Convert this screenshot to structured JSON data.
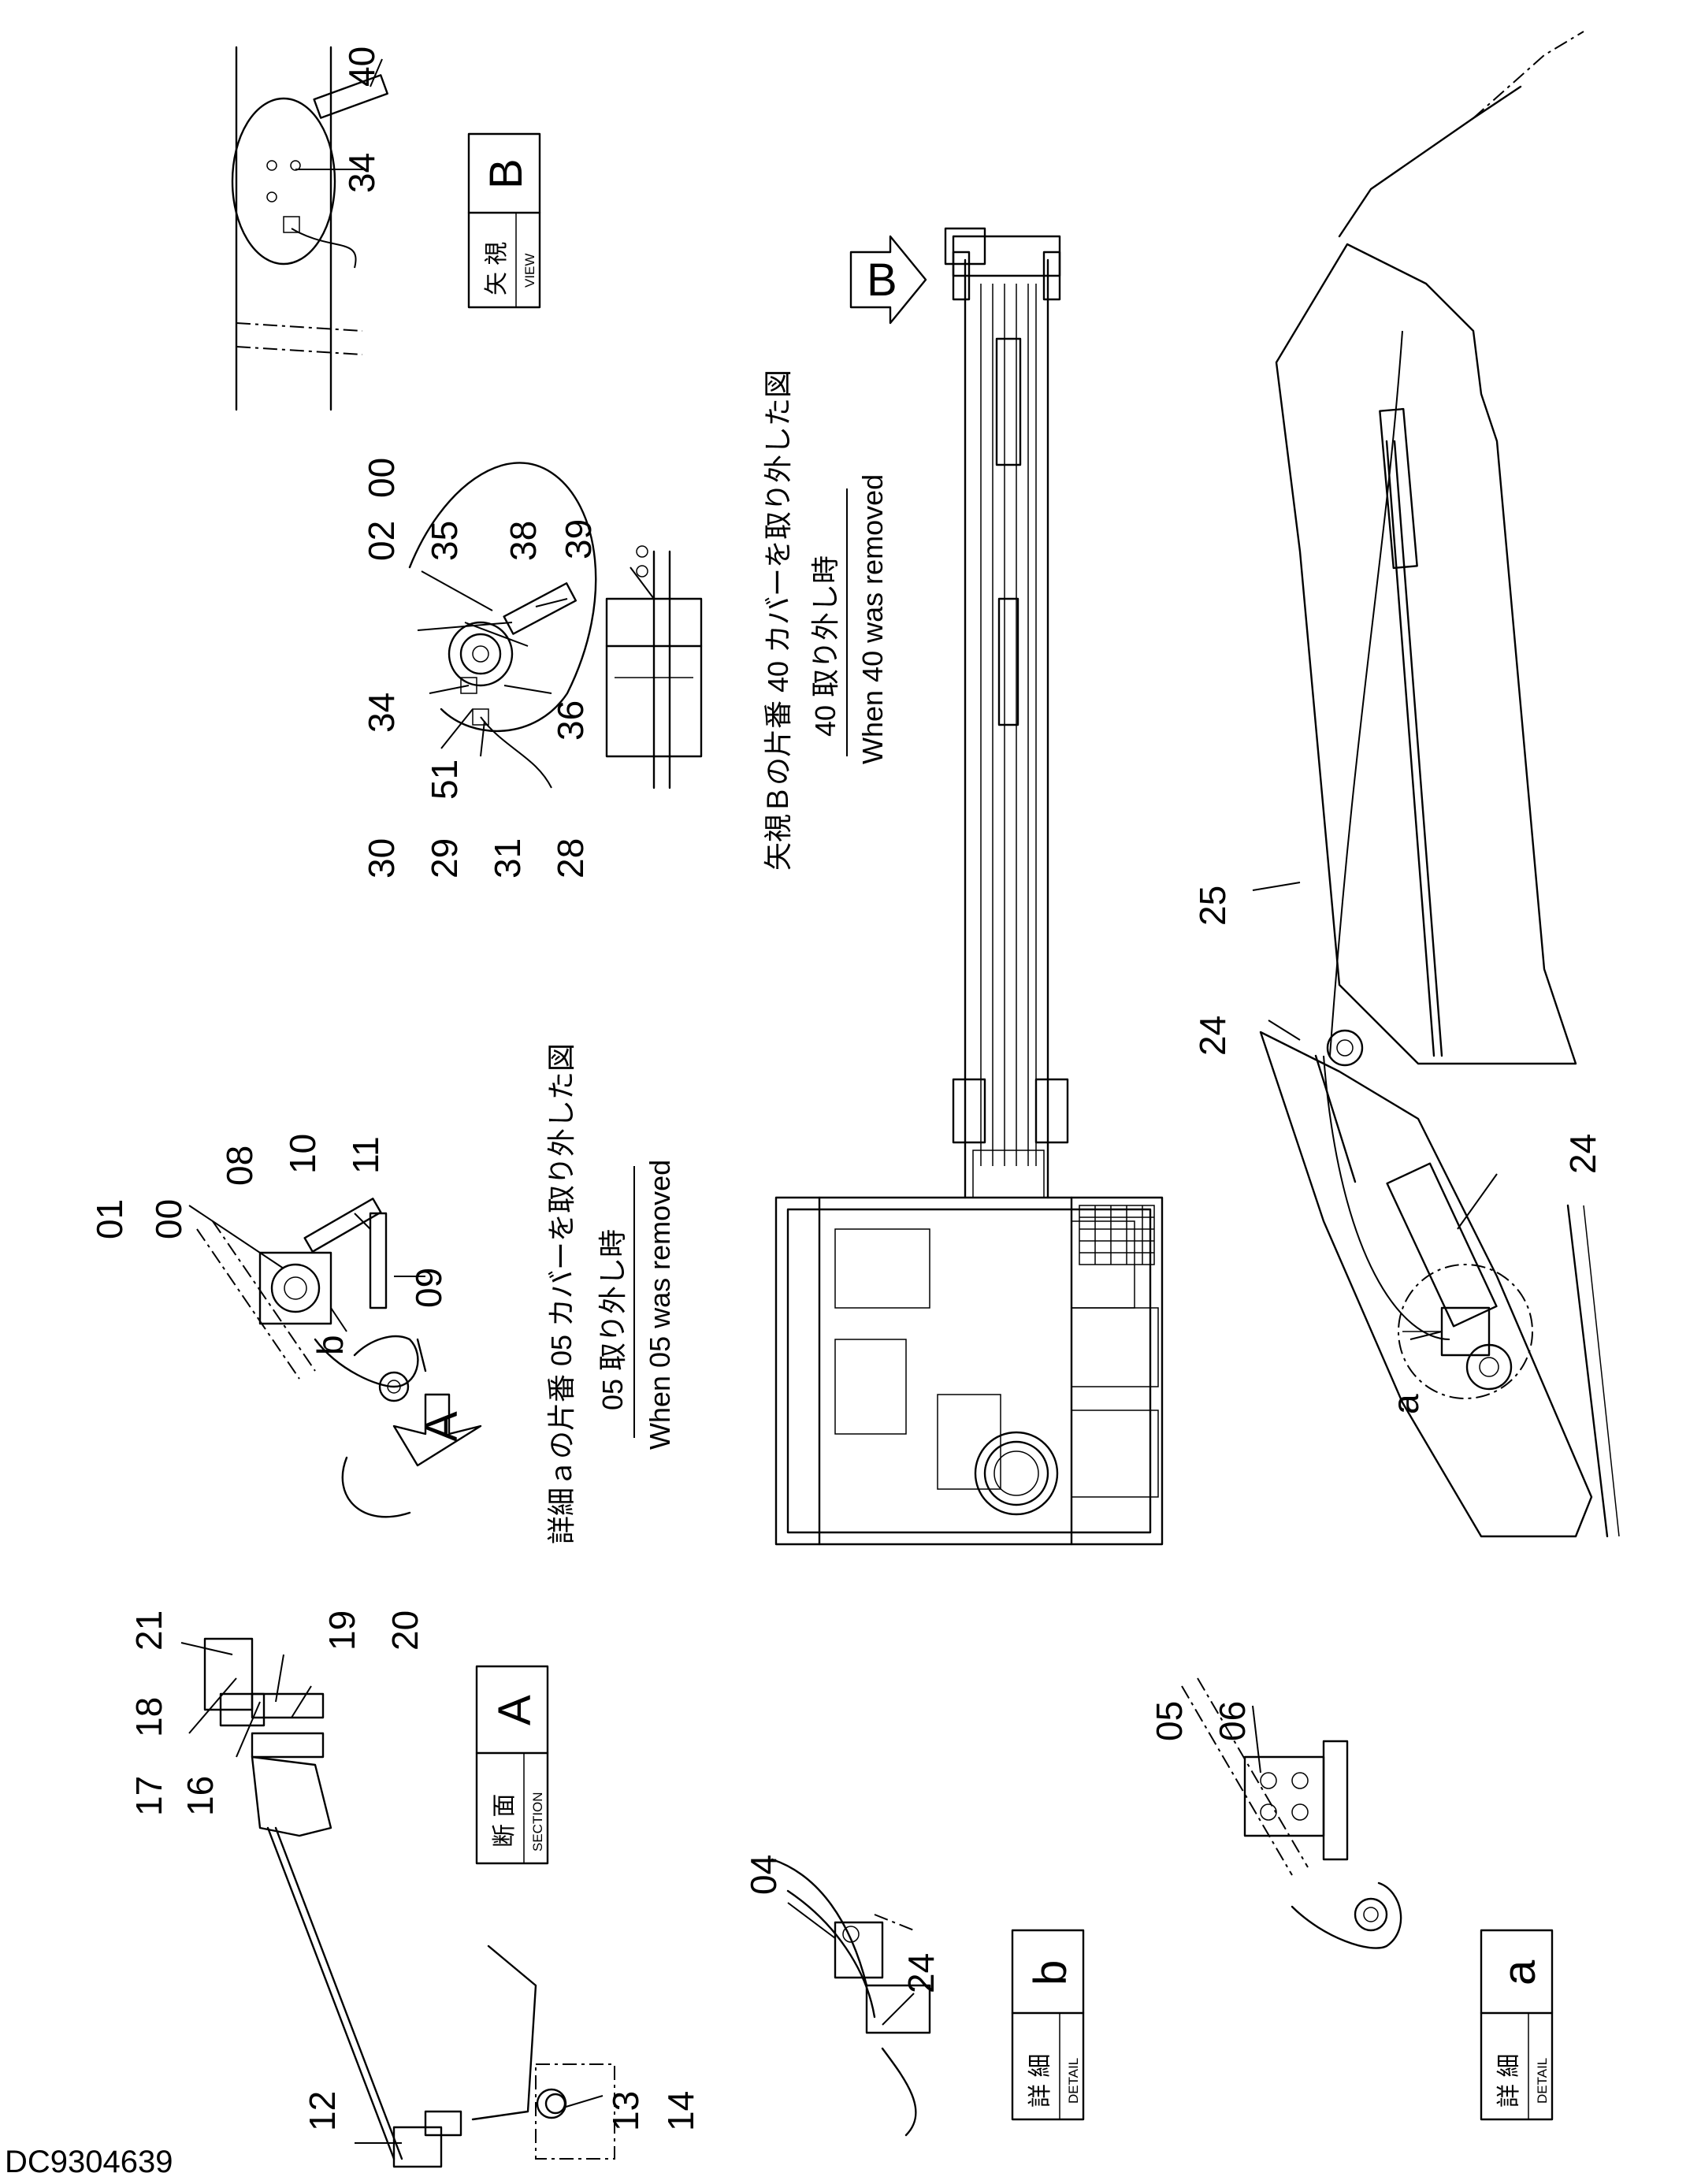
{
  "drawing": {
    "doc_number": "DC9304639",
    "part_numbers": {
      "p40": "40",
      "p34b": "34",
      "p02": "02",
      "p00a": "00",
      "p35": "35",
      "p38": "38",
      "p34": "34",
      "p51": "51",
      "p36": "36",
      "p30": "30",
      "p29": "29",
      "p31": "31",
      "p28": "28",
      "p39": "39",
      "p01": "01",
      "p00b": "00",
      "p08": "08",
      "p10": "10",
      "p11": "11",
      "p09": "09",
      "pb": "b",
      "pa": "a",
      "p25": "25",
      "p24a": "24",
      "p24b": "24",
      "p17": "17",
      "p16": "16",
      "p18": "18",
      "p21": "21",
      "p19": "19",
      "p20": "20",
      "p12": "12",
      "p13": "13",
      "p14": "14",
      "p04": "04",
      "p24c": "24",
      "p05": "05",
      "p06": "06",
      "pB": "B",
      "pA": "A"
    },
    "labels": {
      "view_b": {
        "jp": "矢 視",
        "en": "VIEW",
        "letter": "B"
      },
      "section_a": {
        "jp": "断 面",
        "en": "SECTION",
        "letter": "A"
      },
      "detail_b": {
        "jp": "詳 細",
        "en": "DETAIL",
        "letter": "b"
      },
      "detail_a": {
        "jp": "詳 細",
        "en": "DETAIL",
        "letter": "a"
      }
    },
    "notes": {
      "note_b_jp": "矢視Ｂの片番 40 カバーを取り外した図",
      "note_b_jp2": "40 取り外し時",
      "note_b_en": "When 40 was removed",
      "note_a_jp": "詳細ａの片番 05 カバーを取り外した図",
      "note_a_jp2": "05 取り外し時",
      "note_a_en": "When 05 was removed"
    }
  }
}
